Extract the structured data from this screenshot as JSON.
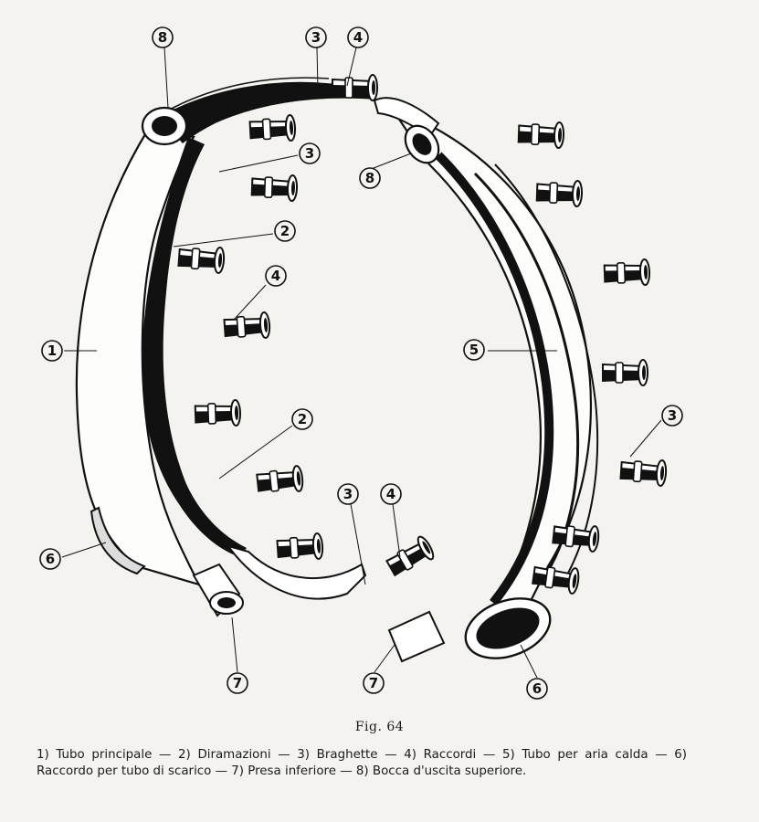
{
  "figure": {
    "label": "Fig. 64",
    "caption": "1) Tubo principale — 2) Diramazioni — 3) Braghette — 4) Raccordi — 5) Tubo per aria calda — 6) Raccordo per tubo di scarico — 7) Presa inferiore — 8) Bocca d'uscita superiore."
  },
  "callouts": {
    "c8_top": "8",
    "c3_top": "3",
    "c4_top": "4",
    "c8_right": "8",
    "c3_left": "3",
    "c2_upper": "2",
    "c4_left": "4",
    "c1": "1",
    "c5": "5",
    "c3_right": "3",
    "c2_lower": "2",
    "c3_bottom": "3",
    "c4_bottom": "4",
    "c6_left": "6",
    "c7_left": "7",
    "c7_right": "7",
    "c6_right": "6"
  }
}
